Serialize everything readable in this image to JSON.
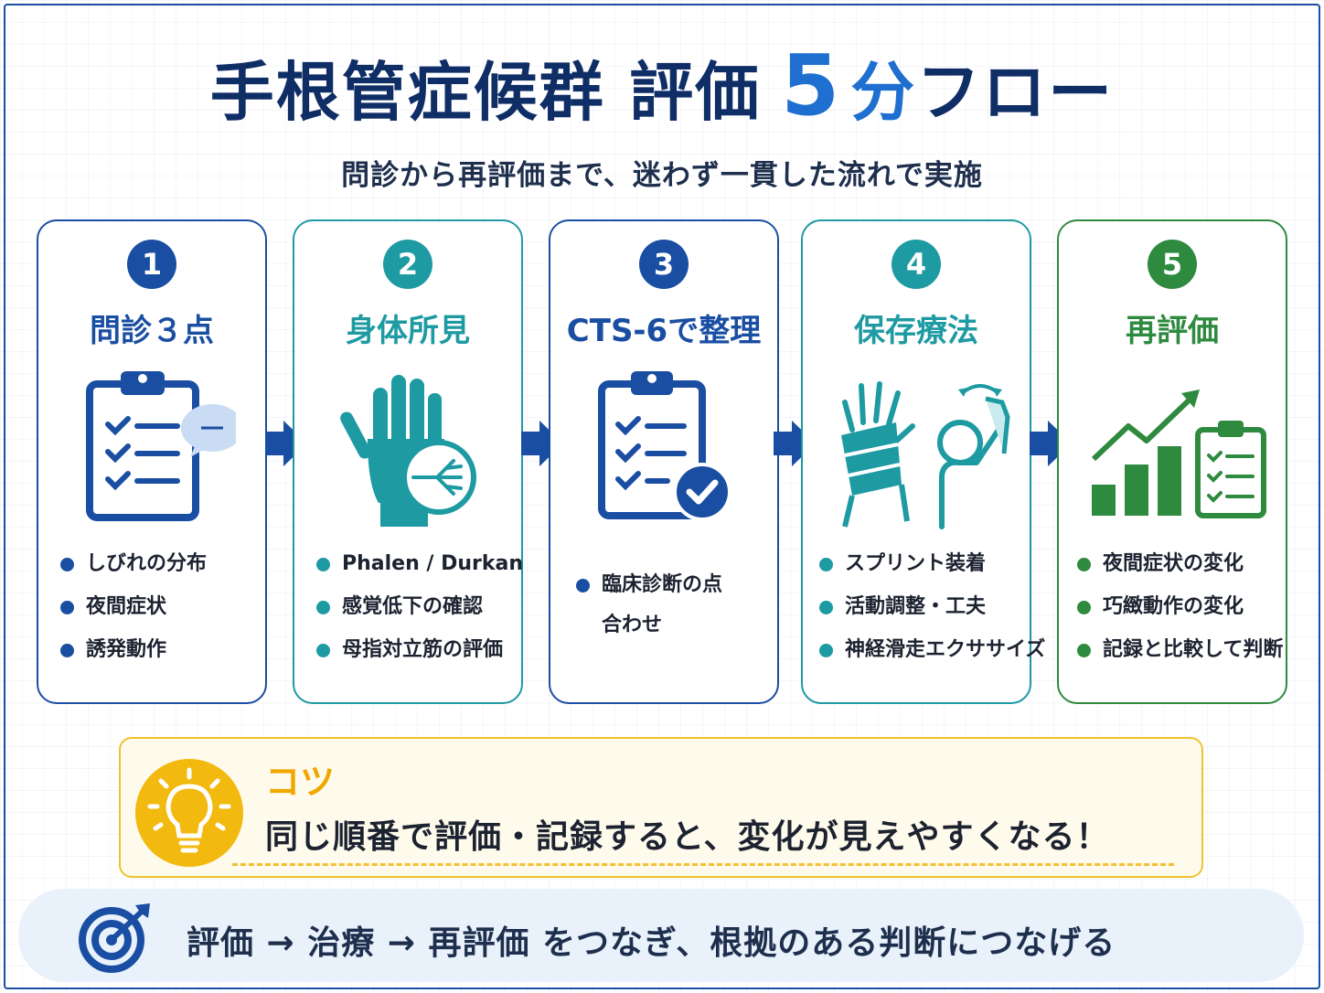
{
  "header": {
    "title_main": "手根管症候群 評価",
    "title_num": "5",
    "title_unit": "分",
    "title_tail": "フロー",
    "subtitle": "問診から再評価まで、迷わず一貫した流れで実施"
  },
  "steps": [
    {
      "num": "1",
      "title": "問診３点",
      "color": "#1a4ea3",
      "icon": "clipboard-chat-icon",
      "bullets": [
        "しびれの分布",
        "夜間症状",
        "誘発動作"
      ]
    },
    {
      "num": "2",
      "title": "身体所見",
      "color": "#1e9aa3",
      "icon": "hand-nerve-icon",
      "bullets": [
        "Phalen / Durkan",
        "感覚低下の確認",
        "母指対立筋の評価"
      ]
    },
    {
      "num": "3",
      "title": "CTS-6で整理",
      "color": "#1a4ea3",
      "icon": "clipboard-check-icon",
      "bullets": [
        "臨床診断の点合わせ"
      ]
    },
    {
      "num": "4",
      "title": "保存療法",
      "color": "#1e9aa3",
      "icon": "splint-stretch-icon",
      "bullets": [
        "スプリント装着",
        "活動調整・工夫",
        "神経滑走エクササイズ"
      ]
    },
    {
      "num": "5",
      "title": "再評価",
      "color": "#2e8a3e",
      "icon": "growth-chart-icon",
      "bullets": [
        "夜間症状の変化",
        "巧緻動作の変化",
        "記録と比較して判断"
      ]
    }
  ],
  "tip": {
    "label": "コツ",
    "text": "同じ順番で評価・記録すると、変化が見えやすくなる！",
    "accent": "#f2b90f"
  },
  "footer": {
    "text": "評価 → 治療 → 再評価 をつなぎ、根拠のある判断につなげる"
  }
}
